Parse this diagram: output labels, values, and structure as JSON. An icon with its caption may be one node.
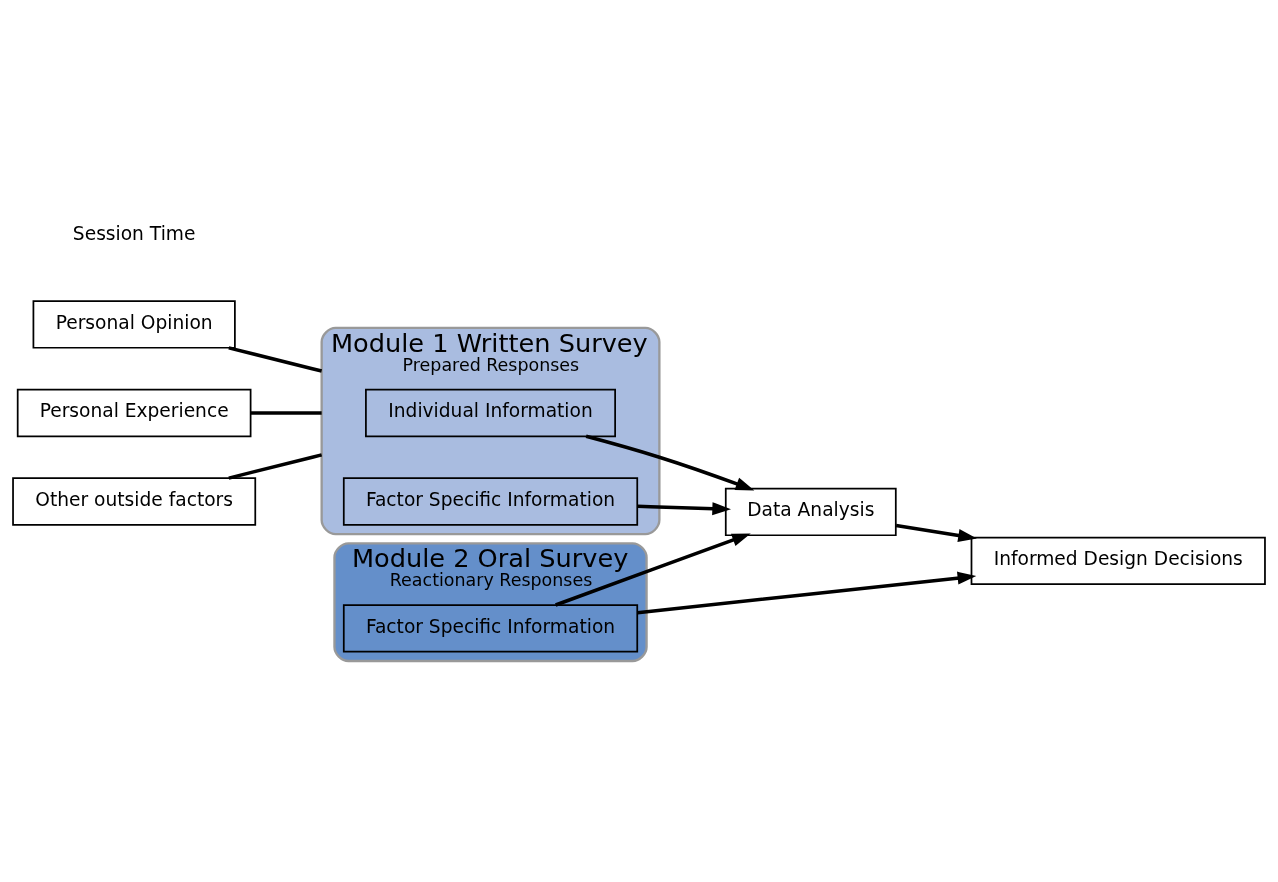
{
  "diagram": {
    "nodes": [
      {
        "text": [
          "Module 1 Written Survey",
          "Prepared Responses"
        ]
      },
      {
        "text": [
          "Personal Opinion"
        ]
      },
      {
        "text": [
          "Personal Experience"
        ]
      },
      {
        "text": [
          "Other outside factors"
        ]
      },
      {
        "text": [
          "Individual Information"
        ],
        "in": 0
      },
      {
        "text": [
          "Factor Specific Information"
        ],
        "in": 0
      },
      {
        "text": [
          "Module 2 Oral Survey",
          "Reactionary Responses"
        ]
      },
      {
        "text": [
          "Factor Specific Information"
        ],
        "in": 6
      },
      {
        "text": [
          "Data Analysis"
        ]
      },
      {
        "text": [
          "Informed Design Decisions"
        ]
      }
    ],
    "edges": [
      {
        "from": 1,
        "to": 0,
        "arrow": "none"
      },
      {
        "from": 2,
        "to": 0,
        "arrow": "none"
      },
      {
        "from": 3,
        "to": 0,
        "arrow": "none"
      },
      {
        "from": 4,
        "to": 8,
        "arrow": "to"
      },
      {
        "from": 5,
        "to": 8,
        "arrow": "to"
      },
      {
        "from": 7,
        "to": 8,
        "arrow": "to"
      },
      {
        "from": 7,
        "to": 9,
        "arrow": "to"
      },
      {
        "from": 8,
        "to": 9,
        "arrow": "to"
      }
    ],
    "labels": [
      "Session Time"
    ]
  }
}
